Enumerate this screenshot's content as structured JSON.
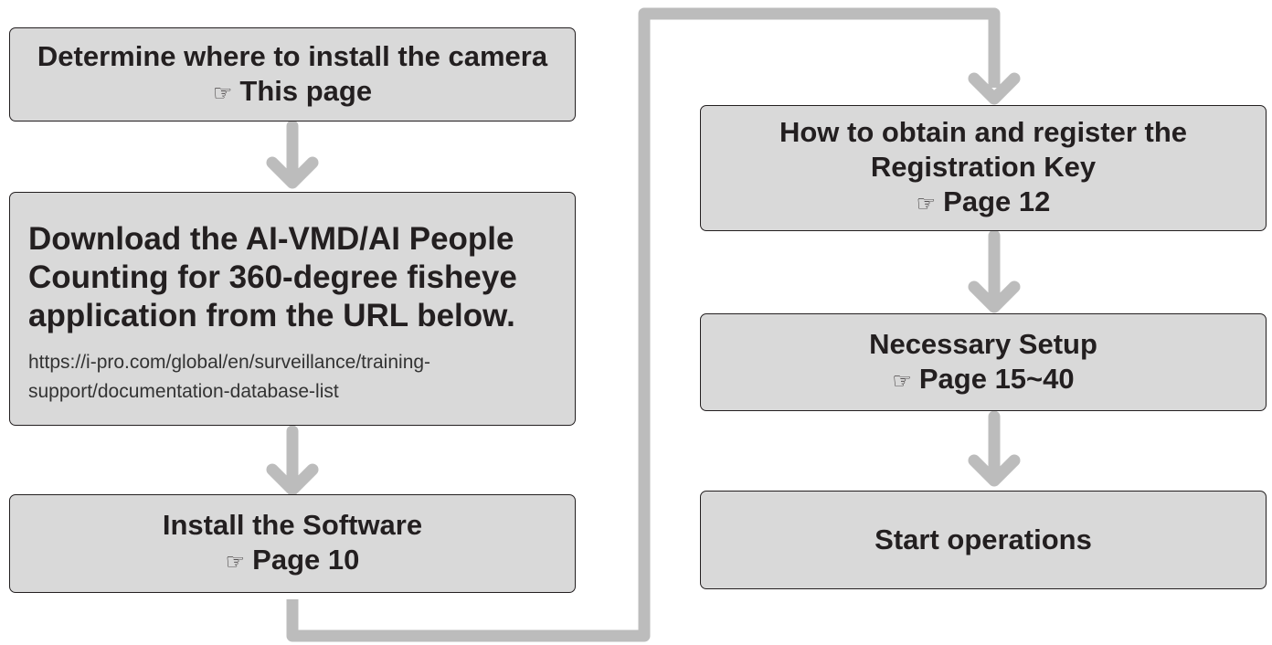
{
  "colors": {
    "box_fill": "#d9d9d9",
    "box_border": "#231f20",
    "arrow": "#bcbcbc",
    "text": "#231f20"
  },
  "reference_icon": "pointing-hand-icon",
  "reference_glyph": "☞",
  "steps": [
    {
      "title": "Determine where to install the camera",
      "reference": "This page"
    },
    {
      "title": "Download the AI-VMD/AI People\nCounting for 360-degree fisheye\napplication from the URL below.",
      "url": "https://i-pro.com/global/en/surveillance/training-\nsupport/documentation-database-list"
    },
    {
      "title": "Install the Software",
      "reference": "Page 10"
    },
    {
      "title": "How to obtain and register the\nRegistration Key",
      "reference": "Page 12"
    },
    {
      "title": "Necessary Setup",
      "reference": "Page 15~40"
    },
    {
      "title": "Start operations"
    }
  ]
}
